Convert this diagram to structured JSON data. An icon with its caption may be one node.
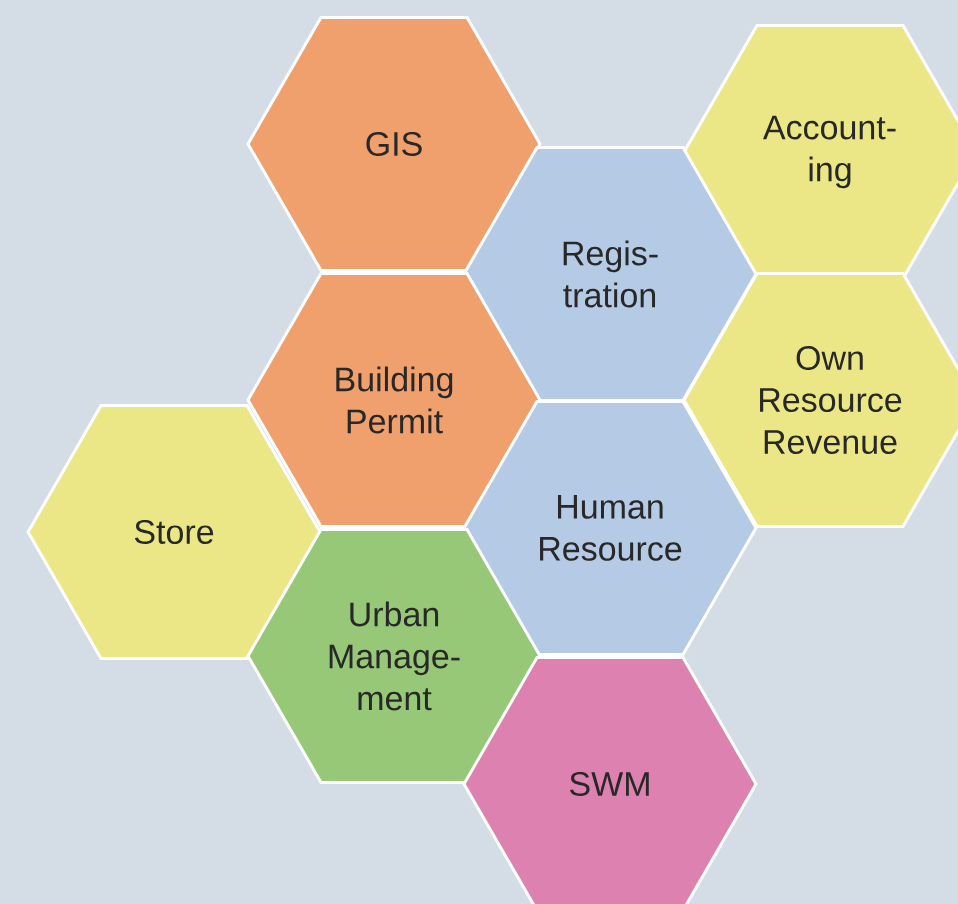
{
  "diagram": {
    "nodes": [
      {
        "text": [
          "GIS"
        ]
      },
      {
        "text": [
          "Account- ing"
        ]
      },
      {
        "text": [
          "Regis- tration"
        ]
      },
      {
        "text": [
          "Building Permit"
        ]
      },
      {
        "text": [
          "Own Resource Revenue"
        ]
      },
      {
        "text": [
          "Store"
        ]
      },
      {
        "text": [
          "Human Resource"
        ]
      },
      {
        "text": [
          "Urban Manage- ment"
        ]
      },
      {
        "text": [
          "SWM"
        ]
      }
    ]
  }
}
